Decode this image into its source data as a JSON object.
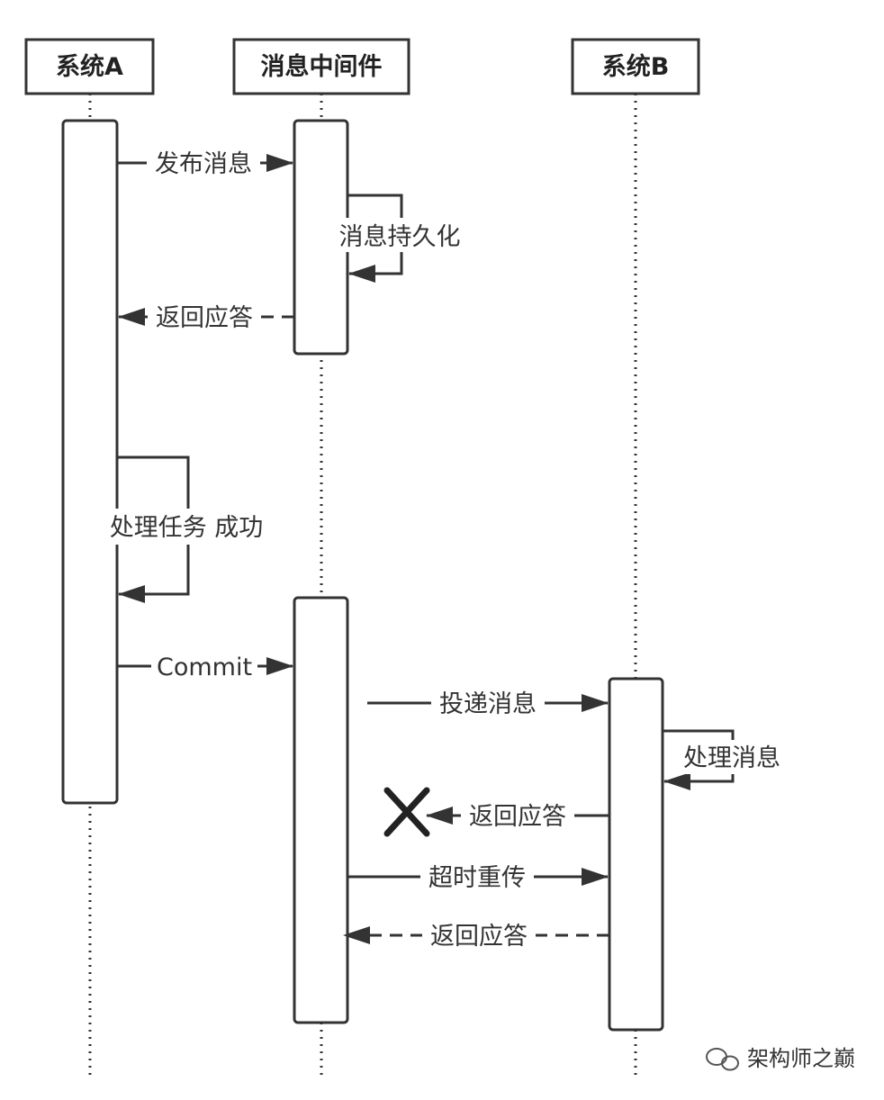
{
  "participants": {
    "a": "系统A",
    "mq": "消息中间件",
    "b": "系统B"
  },
  "messages": {
    "publish": "发布消息",
    "persist": "消息持久化",
    "ack1": "返回应答",
    "process_task": "处理任务 成功",
    "commit": "Commit",
    "deliver": "投递消息",
    "process_msg": "处理消息",
    "ack2": "返回应答",
    "retry": "超时重传",
    "ack3": "返回应答"
  },
  "watermark": "架构师之巅",
  "colors": {
    "line": "#333333",
    "background": "#ffffff"
  }
}
